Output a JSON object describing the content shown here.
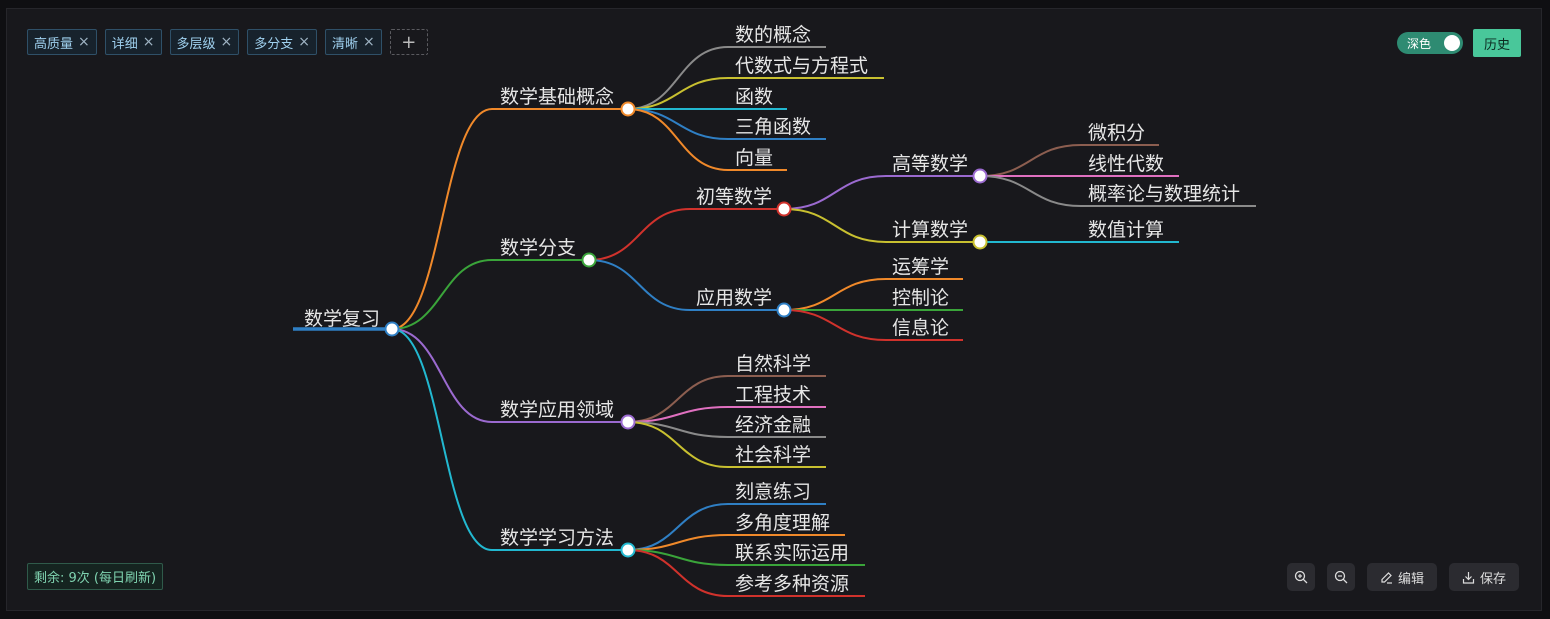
{
  "tags": [
    {
      "label": "高质量"
    },
    {
      "label": "详细"
    },
    {
      "label": "多层级"
    },
    {
      "label": "多分支"
    },
    {
      "label": "清晰"
    }
  ],
  "tag_add_symbol": "+",
  "tag_close_symbol": "×",
  "header": {
    "dark_label": "深色",
    "history_label": "历史"
  },
  "footer": {
    "remaining_label": "剩余: 9次 (每日刷新)",
    "edit_label": "编辑",
    "save_label": "保存"
  },
  "mindmap": {
    "root": "数学复习",
    "branches": {
      "basic": "数学基础概念",
      "branch": "数学分支",
      "applied_fields": "数学应用领域",
      "methods": "数学学习方法"
    },
    "basic_items": [
      "数的概念",
      "代数式与方程式",
      "函数",
      "三角函数",
      "向量"
    ],
    "elementary": "初等数学",
    "applied": "应用数学",
    "higher": "高等数学",
    "computational": "计算数学",
    "higher_items": [
      "微积分",
      "线性代数",
      "概率论与数理统计"
    ],
    "computational_items": [
      "数值计算"
    ],
    "applied_items": [
      "运筹学",
      "控制论",
      "信息论"
    ],
    "field_items": [
      "自然科学",
      "工程技术",
      "经济金融",
      "社会科学"
    ],
    "method_items": [
      "刻意练习",
      "多角度理解",
      "联系实际运用",
      "参考多种资源"
    ]
  },
  "colors": {
    "accent": "#49c79a",
    "root": "#2f7fc4",
    "orange": "#f0892a",
    "green": "#3aa43a",
    "purple": "#9b6ad0",
    "cyan": "#22b8d0",
    "red": "#d0322c",
    "blue": "#2f7fc4",
    "gray": "#8a8a8a",
    "yellow": "#c8c030",
    "brown": "#8c5e50",
    "pink": "#e070c0"
  }
}
